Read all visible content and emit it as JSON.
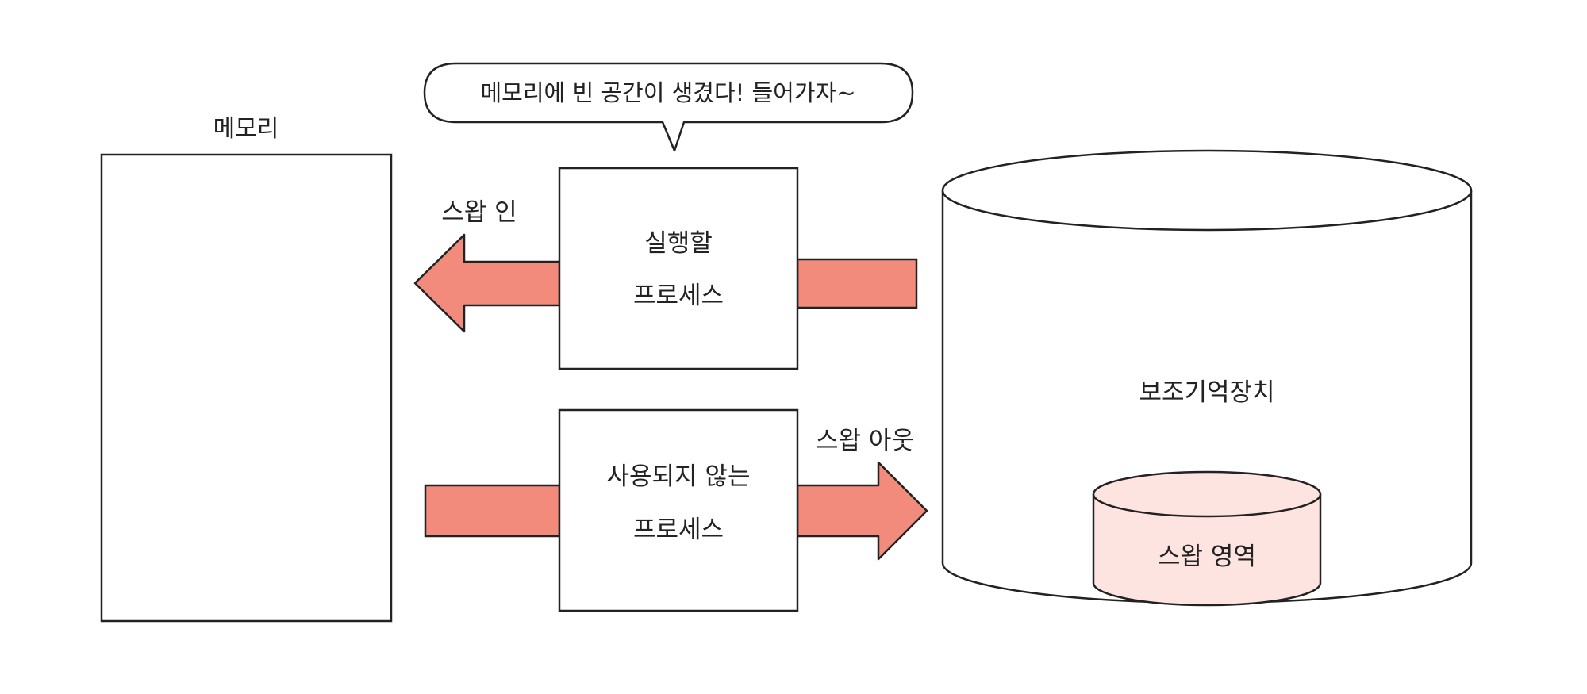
{
  "memory": {
    "label": "메모리"
  },
  "speech_bubble": {
    "text": "메모리에 빈 공간이 생겼다! 들어가자~"
  },
  "process_to_run": {
    "line1": "실행할",
    "line2": "프로세스"
  },
  "unused_process": {
    "line1": "사용되지 않는",
    "line2": "프로세스"
  },
  "swap_in": {
    "label": "스왑 인"
  },
  "swap_out": {
    "label": "스왑 아웃"
  },
  "secondary_storage": {
    "label": "보조기억장치"
  },
  "swap_area": {
    "label": "스왑 영역"
  },
  "colors": {
    "arrow_fill": "#f28b7c",
    "swap_area_fill": "#fde4e1",
    "stroke": "#222222"
  }
}
